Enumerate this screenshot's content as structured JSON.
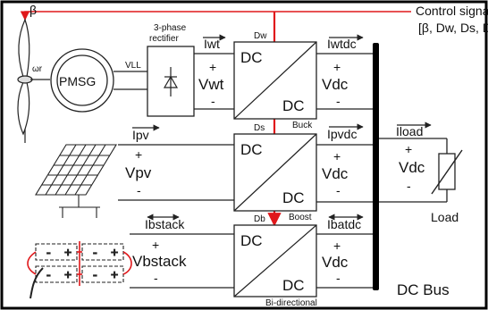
{
  "control": {
    "title": "Control signals",
    "signals": "[β, Dw, Ds, Db]",
    "beta": "β"
  },
  "wind": {
    "omega": "ωr",
    "pmsg": "PMSG",
    "vll": "VLL",
    "rectifier_line1": "3-phase",
    "rectifier_line2": "rectifier",
    "current": "Iwt",
    "plus": "+",
    "voltage": "Vwt",
    "minus": "-"
  },
  "converters": [
    {
      "duty": "Dw",
      "top": "DC",
      "bottom": "DC",
      "type": "Buck",
      "out_current": "Iwtdc"
    },
    {
      "duty": "Ds",
      "top": "DC",
      "bottom": "DC",
      "type": "Boost",
      "out_current": "Ipvdc"
    },
    {
      "duty": "Db",
      "top": "DC",
      "bottom": "DC",
      "type": "Bi-directional",
      "out_current": "Ibatdc"
    }
  ],
  "dc_side": {
    "plus": "+",
    "voltage": "Vdc",
    "minus": "-"
  },
  "pv": {
    "current": "Ipv",
    "plus": "+",
    "voltage": "Vpv",
    "minus": "-"
  },
  "stack": {
    "current": "Ibstack",
    "plus": "+",
    "voltage": "Vbstack",
    "minus": "-"
  },
  "load": {
    "current": "Iload",
    "plus": "+",
    "voltage": "Vdc",
    "minus": "-",
    "label": "Load"
  },
  "bus": {
    "label": "DC Bus"
  },
  "colors": {
    "control": "#e0181b",
    "line": "#222222",
    "bus": "#000000"
  }
}
